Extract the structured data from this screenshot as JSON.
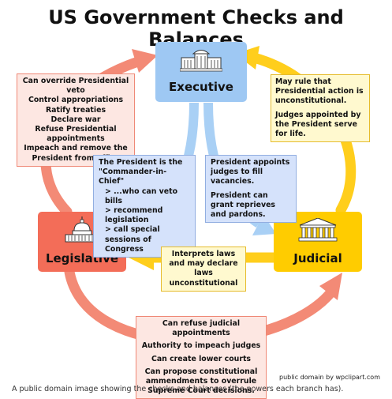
{
  "title": "US Government Checks and Balances",
  "branches": {
    "executive": "Executive",
    "legislative": "Legislative",
    "judicial": "Judicial"
  },
  "legislative_over_executive": [
    "Can override Presidential veto",
    "Control appropriations",
    "Ratify treaties",
    "Declare war",
    "Refuse Presidential appointments",
    "Impeach and remove the President from office"
  ],
  "judicial_over_executive": [
    "May rule that Presidential action is unconstitutional.",
    "Judges appointed by the President serve for life."
  ],
  "executive_over_legislative": {
    "heading": "The President is the \"Commander-in-Chief\"",
    "items": [
      "> ...who can veto bills",
      "> recommend legislation",
      "> call special sessions of Congress"
    ]
  },
  "executive_over_judicial": [
    "President appoints judges to fill vacancies.",
    "President can grant reprieves and pardons."
  ],
  "judicial_over_legislative": "Interprets laws and may declare laws unconstitutional",
  "legislative_over_judicial": [
    "Can refuse judicial appointments",
    "Authority to impeach judges",
    "Can create lower courts",
    "Can propose constitutional ammendments to overrule Supreme Court decisions."
  ],
  "credit": "public domain by wpclipart.com",
  "caption": "A public domain image showing the checks and balances (the powers each branch has).",
  "colors": {
    "executive": "#9ec8f3",
    "legislative": "#f36d58",
    "judicial": "#ffcc00",
    "arrow_red": "#f38a76",
    "arrow_yellow": "#ffce1c",
    "arrow_blue": "#a9d0f5"
  }
}
